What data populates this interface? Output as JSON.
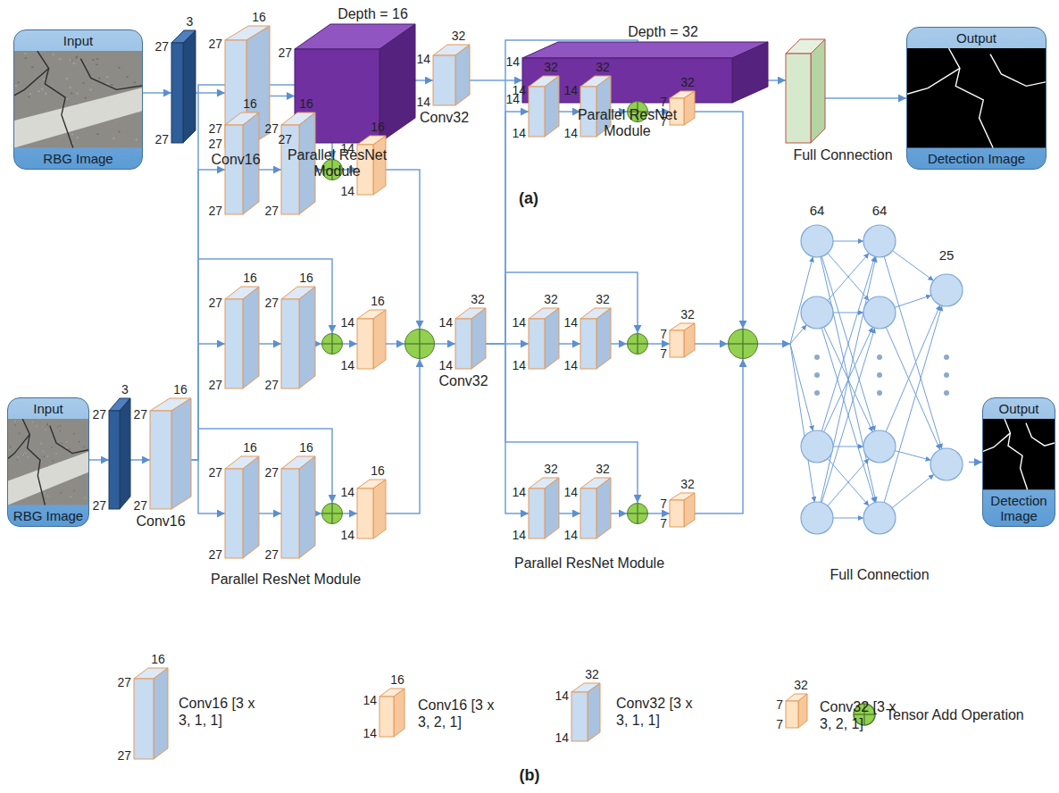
{
  "diagram": {
    "nodes": [
      {
        "text": [
          "Input",
          "RBG Image"
        ]
      },
      {
        "text": [
          "27",
          "3",
          "27"
        ]
      },
      {
        "text": [
          "27",
          "16",
          "27",
          "Conv16"
        ]
      },
      {
        "text": [
          "27",
          "Depth = 16",
          "27",
          "Parallel ResNet Module"
        ]
      },
      {
        "text": [
          "14",
          "32",
          "14",
          "Conv32"
        ]
      },
      {
        "text": [
          "14",
          "Depth = 32",
          "14",
          "Parallel ResNet Module"
        ]
      },
      {
        "text": [
          "Full Connection"
        ]
      },
      {
        "text": [
          "Output",
          "Detection Image"
        ]
      },
      {
        "text": [
          "Input",
          "RBG Image"
        ]
      },
      {
        "text": [
          "27",
          "3",
          "27"
        ]
      },
      {
        "text": [
          "27",
          "16",
          "27",
          "Conv16"
        ]
      },
      {
        "text": [
          "27",
          "16",
          "27"
        ]
      },
      {
        "text": [
          "27",
          "16",
          "27"
        ]
      },
      {
        "text": []
      },
      {
        "text": [
          "14",
          "16",
          "14"
        ]
      },
      {
        "text": [
          "27",
          "16",
          "27"
        ]
      },
      {
        "text": [
          "27",
          "16",
          "27"
        ]
      },
      {
        "text": []
      },
      {
        "text": [
          "14",
          "16",
          "14"
        ]
      },
      {
        "text": [
          "27",
          "16",
          "27"
        ]
      },
      {
        "text": [
          "27",
          "16",
          "27"
        ]
      },
      {
        "text": []
      },
      {
        "text": [
          "14",
          "16",
          "14"
        ]
      },
      {
        "text": []
      },
      {
        "text": [
          "14",
          "32",
          "14",
          "Conv32"
        ]
      },
      {
        "text": [
          "14",
          "32",
          "14"
        ]
      },
      {
        "text": [
          "14",
          "32",
          "14"
        ]
      },
      {
        "text": []
      },
      {
        "text": [
          "7",
          "32",
          "7"
        ]
      },
      {
        "text": [
          "14",
          "32",
          "14"
        ]
      },
      {
        "text": [
          "14",
          "32",
          "14"
        ]
      },
      {
        "text": []
      },
      {
        "text": [
          "7",
          "32",
          "7"
        ]
      },
      {
        "text": [
          "14",
          "32",
          "14"
        ]
      },
      {
        "text": [
          "14",
          "32",
          "14"
        ]
      },
      {
        "text": []
      },
      {
        "text": [
          "7",
          "32",
          "7"
        ]
      },
      {
        "text": []
      },
      {
        "text": [
          "64",
          "64",
          "25",
          "Full Connection"
        ]
      },
      {
        "text": [
          "Output",
          "Detection Image"
        ]
      }
    ],
    "edges": [
      {
        "from": 0,
        "to": 1,
        "arrow": "to"
      },
      {
        "from": 1,
        "to": 2,
        "arrow": "to"
      },
      {
        "from": 2,
        "to": 3,
        "arrow": "to"
      },
      {
        "from": 3,
        "to": 4,
        "arrow": "to"
      },
      {
        "from": 4,
        "to": 5,
        "arrow": "to"
      },
      {
        "from": 5,
        "to": 6,
        "arrow": "to"
      },
      {
        "from": 6,
        "to": 7,
        "arrow": "to"
      },
      {
        "from": 8,
        "to": 9,
        "arrow": "to"
      },
      {
        "from": 9,
        "to": 10,
        "arrow": "to"
      },
      {
        "from": 10,
        "to": 11,
        "arrow": "to"
      },
      {
        "from": 11,
        "to": 12,
        "arrow": "to"
      },
      {
        "from": 12,
        "to": 13,
        "arrow": "to"
      },
      {
        "from": 10,
        "to": 13,
        "arrow": "to"
      },
      {
        "from": 13,
        "to": 14,
        "arrow": "to"
      },
      {
        "from": 14,
        "to": 23,
        "arrow": "to"
      },
      {
        "from": 10,
        "to": 15,
        "arrow": "to"
      },
      {
        "from": 15,
        "to": 16,
        "arrow": "to"
      },
      {
        "from": 16,
        "to": 17,
        "arrow": "to"
      },
      {
        "from": 10,
        "to": 17,
        "arrow": "to"
      },
      {
        "from": 17,
        "to": 18,
        "arrow": "to"
      },
      {
        "from": 18,
        "to": 23,
        "arrow": "to"
      },
      {
        "from": 10,
        "to": 19,
        "arrow": "to"
      },
      {
        "from": 19,
        "to": 20,
        "arrow": "to"
      },
      {
        "from": 20,
        "to": 21,
        "arrow": "to"
      },
      {
        "from": 10,
        "to": 21,
        "arrow": "to"
      },
      {
        "from": 21,
        "to": 22,
        "arrow": "to"
      },
      {
        "from": 22,
        "to": 23,
        "arrow": "to"
      },
      {
        "from": 23,
        "to": 24,
        "arrow": "to"
      },
      {
        "from": 24,
        "to": 25,
        "arrow": "to"
      },
      {
        "from": 25,
        "to": 26,
        "arrow": "to"
      },
      {
        "from": 26,
        "to": 27,
        "arrow": "to"
      },
      {
        "from": 24,
        "to": 27,
        "arrow": "to"
      },
      {
        "from": 27,
        "to": 28,
        "arrow": "to"
      },
      {
        "from": 28,
        "to": 37,
        "arrow": "to"
      },
      {
        "from": 24,
        "to": 29,
        "arrow": "to"
      },
      {
        "from": 29,
        "to": 30,
        "arrow": "to"
      },
      {
        "from": 30,
        "to": 31,
        "arrow": "to"
      },
      {
        "from": 24,
        "to": 31,
        "arrow": "to"
      },
      {
        "from": 31,
        "to": 32,
        "arrow": "to"
      },
      {
        "from": 32,
        "to": 37,
        "arrow": "to"
      },
      {
        "from": 24,
        "to": 33,
        "arrow": "to"
      },
      {
        "from": 33,
        "to": 34,
        "arrow": "to"
      },
      {
        "from": 34,
        "to": 35,
        "arrow": "to"
      },
      {
        "from": 24,
        "to": 35,
        "arrow": "to"
      },
      {
        "from": 35,
        "to": 36,
        "arrow": "to"
      },
      {
        "from": 36,
        "to": 37,
        "arrow": "to"
      },
      {
        "from": 37,
        "to": 38,
        "arrow": "to"
      },
      {
        "from": 38,
        "to": 39,
        "arrow": "to"
      }
    ],
    "labels": [
      "(a)",
      "Parallel ResNet Module",
      "Parallel ResNet Module",
      "(b)",
      "16",
      "27",
      "27",
      "16",
      "14",
      "14",
      "32",
      "14",
      "14",
      "32",
      "7",
      "7"
    ],
    "legend": [
      {
        "text": "Conv16 [3 x 3, 1, 1]"
      },
      {
        "text": "Conv16 [3 x 3, 2, 1]"
      },
      {
        "text": "Conv32 [3 x 3, 1, 1]"
      },
      {
        "text": "Conv32 [3 x 3, 2, 1]"
      },
      {
        "text": "Tensor Add Operation"
      }
    ]
  }
}
